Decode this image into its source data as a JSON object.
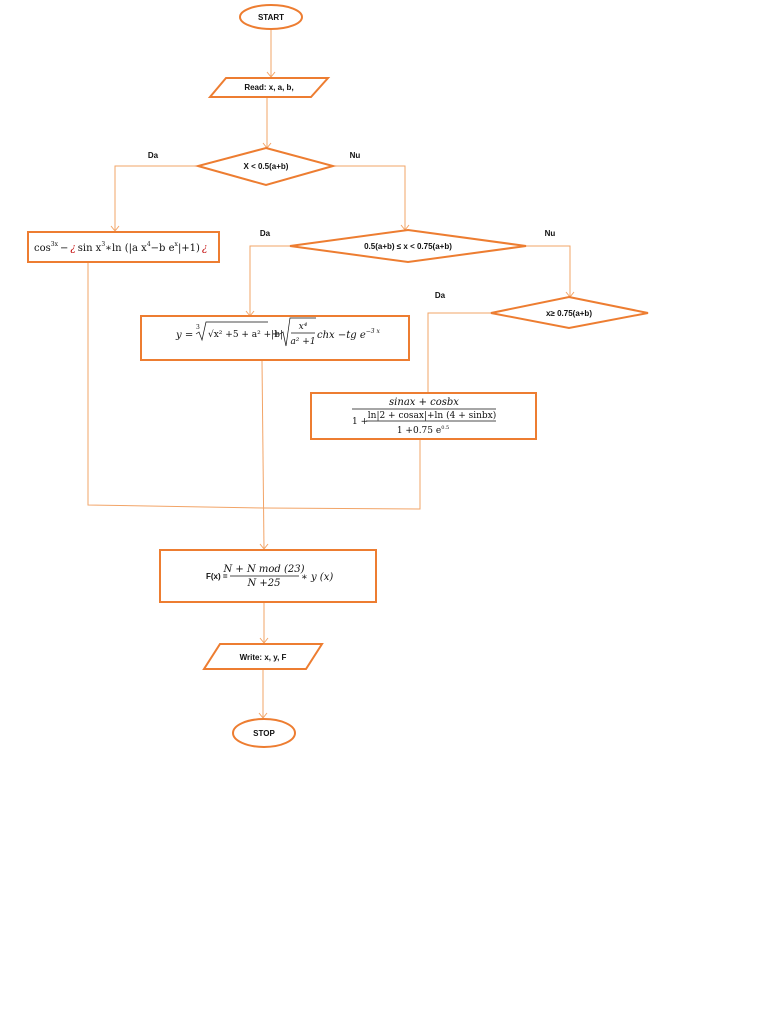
{
  "flowchart": {
    "start": "START",
    "read": "Read: x, a, b,",
    "cond1": "X < 0.5(a+b)",
    "cond2": "0.5(a+b) ≤ x < 0.75(a+b)",
    "cond3": "x≥ 0.75(a+b)",
    "yes": "Da",
    "no": "Nu",
    "formula1": {
      "cos": "cos",
      "cos_exp": "3x",
      "op1": "−",
      "q1": "¿",
      "sin": "sin x",
      "sin_exp": "3",
      "ln": "∗ln (|a x",
      "x4": "4",
      "minus_b": "−b e",
      "e_exp": "x",
      "close": "|+1)",
      "q2": "¿"
    },
    "formula2": {
      "lhs": "y =",
      "root_index": "3",
      "radicand": "√x² +5 + a² +|b|",
      "plus": "+",
      "frac_num": "x⁴",
      "frac_den": "a² +1",
      "tail": "chx −tg e",
      "tail_exp": "−3 x"
    },
    "formula3": {
      "num": "sinax + cosbx",
      "one_plus": "1 +",
      "inner_num": "ln|2 + cosax|+ln (4 + sinbx)",
      "inner_den": "1 +0.75 e",
      "inner_den_exp": "0.5"
    },
    "formula4": {
      "lhs": "F(x) =",
      "num": "N + N mod (23)",
      "den": "N +25",
      "tail": "∗ y (x)"
    },
    "write": "Write: x, y, F",
    "stop": "STOP"
  },
  "colors": {
    "stroke": "#ED7D31",
    "connector": "#F2A467",
    "red_glyph": "#C00000"
  }
}
